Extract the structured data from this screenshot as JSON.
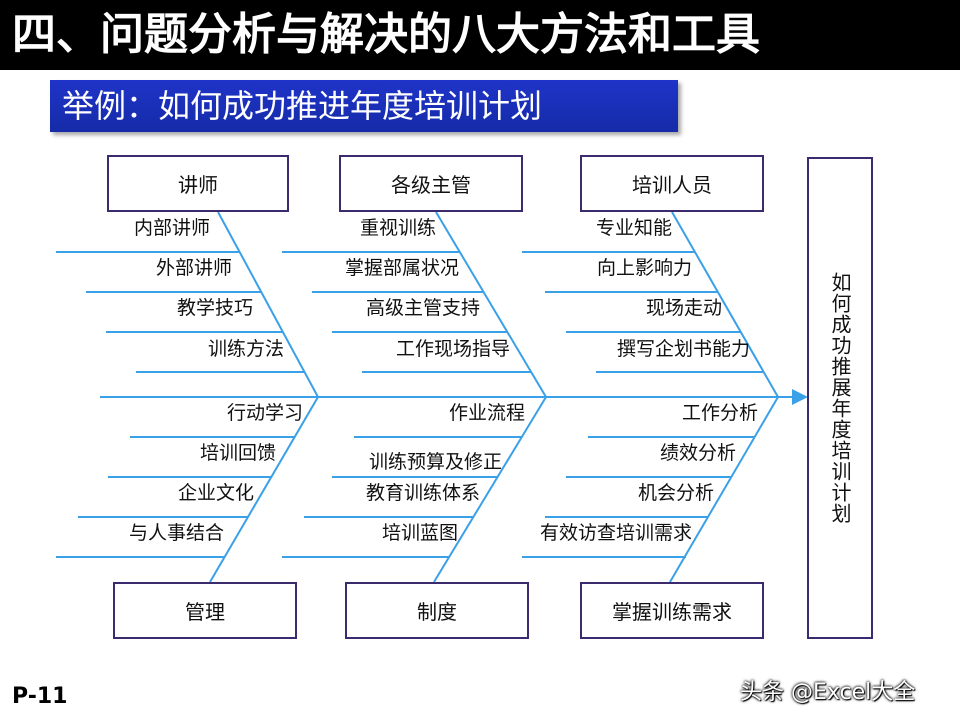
{
  "title": "四、问题分析与解决的八大方法和工具",
  "subtitle": "举例：如何成功推进年度培训计划",
  "effect": "如何成功推展年度培训计划",
  "categories": {
    "top": [
      "讲师",
      "各级主管",
      "培训人员"
    ],
    "bottom": [
      "管理",
      "制度",
      "掌握训练需求"
    ]
  },
  "causes": {
    "top": [
      [
        "内部讲师",
        "外部讲师",
        "教学技巧",
        "训练方法"
      ],
      [
        "重视训练",
        "掌握部属状况",
        "高级主管支持",
        "工作现场指导"
      ],
      [
        "专业知能",
        "向上影响力",
        "现场走动",
        "撰写企划书能力"
      ]
    ],
    "bottom": [
      [
        "行动学习",
        "培训回馈",
        "企业文化",
        "与人事结合"
      ],
      [
        "作业流程",
        "训练预算及修正",
        "教育训练体系",
        "培训蓝图"
      ],
      [
        "工作分析",
        "绩效分析",
        "机会分析",
        "有效访查培训需求"
      ]
    ]
  },
  "page_number": "P-11",
  "watermark": "头条 @Excel大全",
  "colors": {
    "line": "#3aa0e8",
    "box_border": "#3b2a6e",
    "subtitle_bg": "#1f34c8"
  }
}
